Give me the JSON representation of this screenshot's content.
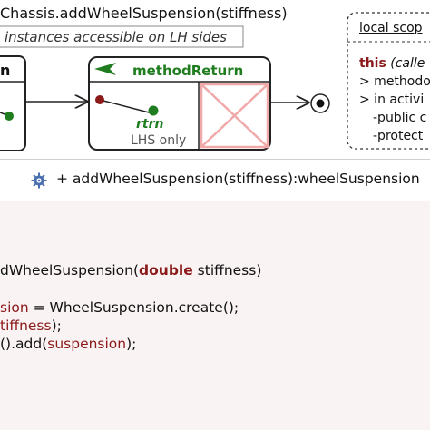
{
  "diagram": {
    "title": "Chassis.addWheelSuspension(stiffness)",
    "subtitle": "instances accessible on LH sides",
    "method_return": {
      "label": "methodReturn",
      "var_label": "rtrn",
      "lhs_label": "LHS only"
    },
    "local_scope": {
      "title": "local scop",
      "this_kw": "this",
      "this_rest": "(calle",
      "line_methodo": "> methodo",
      "line_activi": "> in activi",
      "line_public": "-public c",
      "line_protect": "-protect"
    },
    "colors": {
      "green": "#1f7d1f",
      "dark_red": "#8b1a1a",
      "cross": "#f0a8a8",
      "panel_border": "#333333"
    },
    "icons": [
      "arrow-left-icon",
      "initial-node-icon",
      "final-node-icon",
      "gear-icon"
    ]
  },
  "signature": {
    "text": "+ addWheelSuspension(stiffness):wheelSuspension"
  },
  "code": {
    "line1_pre": "dWheelSuspension(",
    "line1_kw": "double",
    "line1_post": " stiffness)",
    "line2_var": "sion",
    "line2_rest": " = WheelSuspension.create();",
    "line3_var": "tiffness",
    "line3_rest": ");",
    "line4_pre": "().add(",
    "line4_var": "suspension",
    "line4_post": ");"
  }
}
